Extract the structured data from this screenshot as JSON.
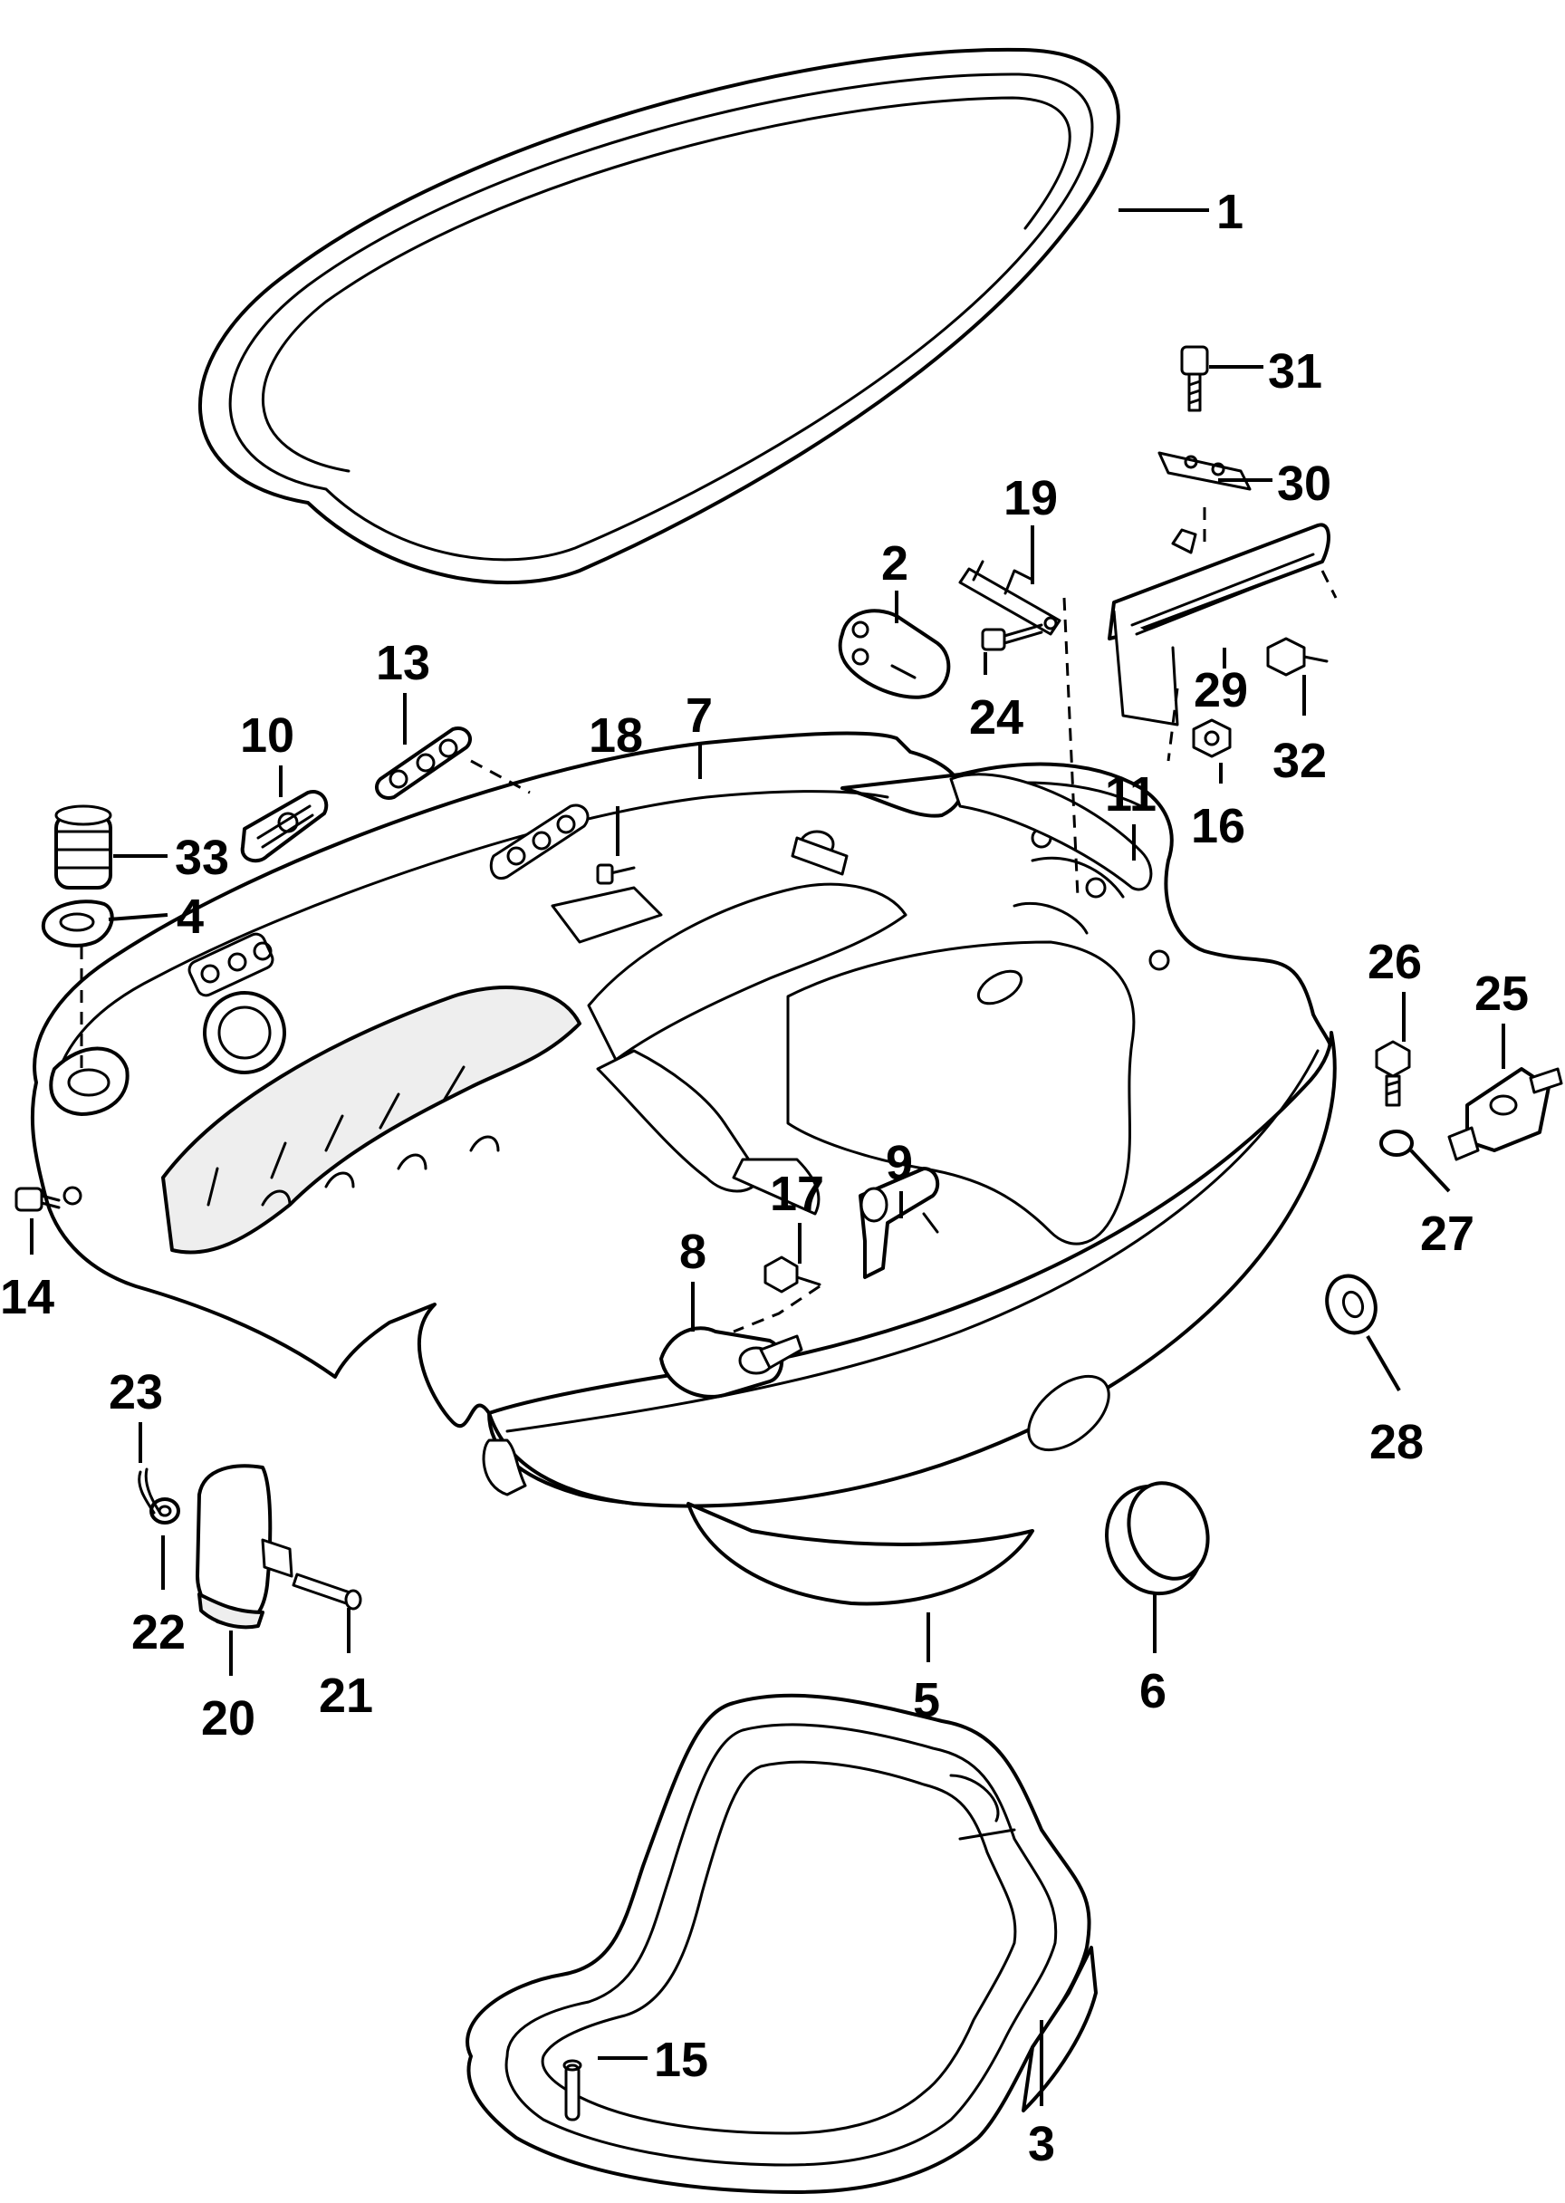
{
  "callouts": [
    "1",
    "2",
    "3",
    "4",
    "5",
    "6",
    "7",
    "8",
    "9",
    "10",
    "11",
    "13",
    "14",
    "15",
    "16",
    "17",
    "18",
    "19",
    "20",
    "21",
    "22",
    "23",
    "24",
    "25",
    "26",
    "27",
    "28",
    "29",
    "30",
    "31",
    "32",
    "33"
  ],
  "colors": {
    "line": "#000000",
    "background": "#ffffff"
  }
}
